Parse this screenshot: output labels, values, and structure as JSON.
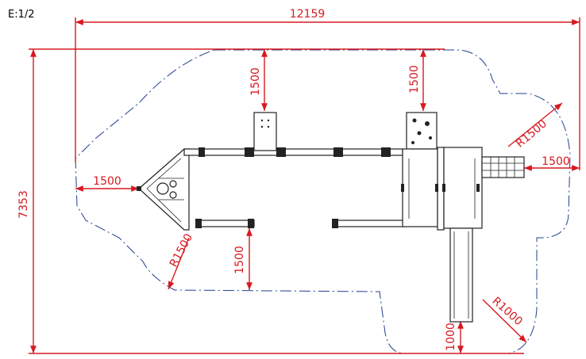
{
  "scale": {
    "label": "E:1/2"
  },
  "dimensions": {
    "overall_width": "12159",
    "overall_height": "7353",
    "clearance_top_left": "1500",
    "clearance_top_right": "1500",
    "clearance_left": "1500",
    "clearance_right": "1500",
    "clearance_bottom_left": "1500",
    "clearance_bottom_right": "1000",
    "radius_top_right": "R1500",
    "radius_left": "R1500",
    "radius_bottom_right": "R1000"
  },
  "colors": {
    "dimension": "#d71920",
    "safety_zone": "#1f3f8f",
    "equipment": "#222222"
  }
}
